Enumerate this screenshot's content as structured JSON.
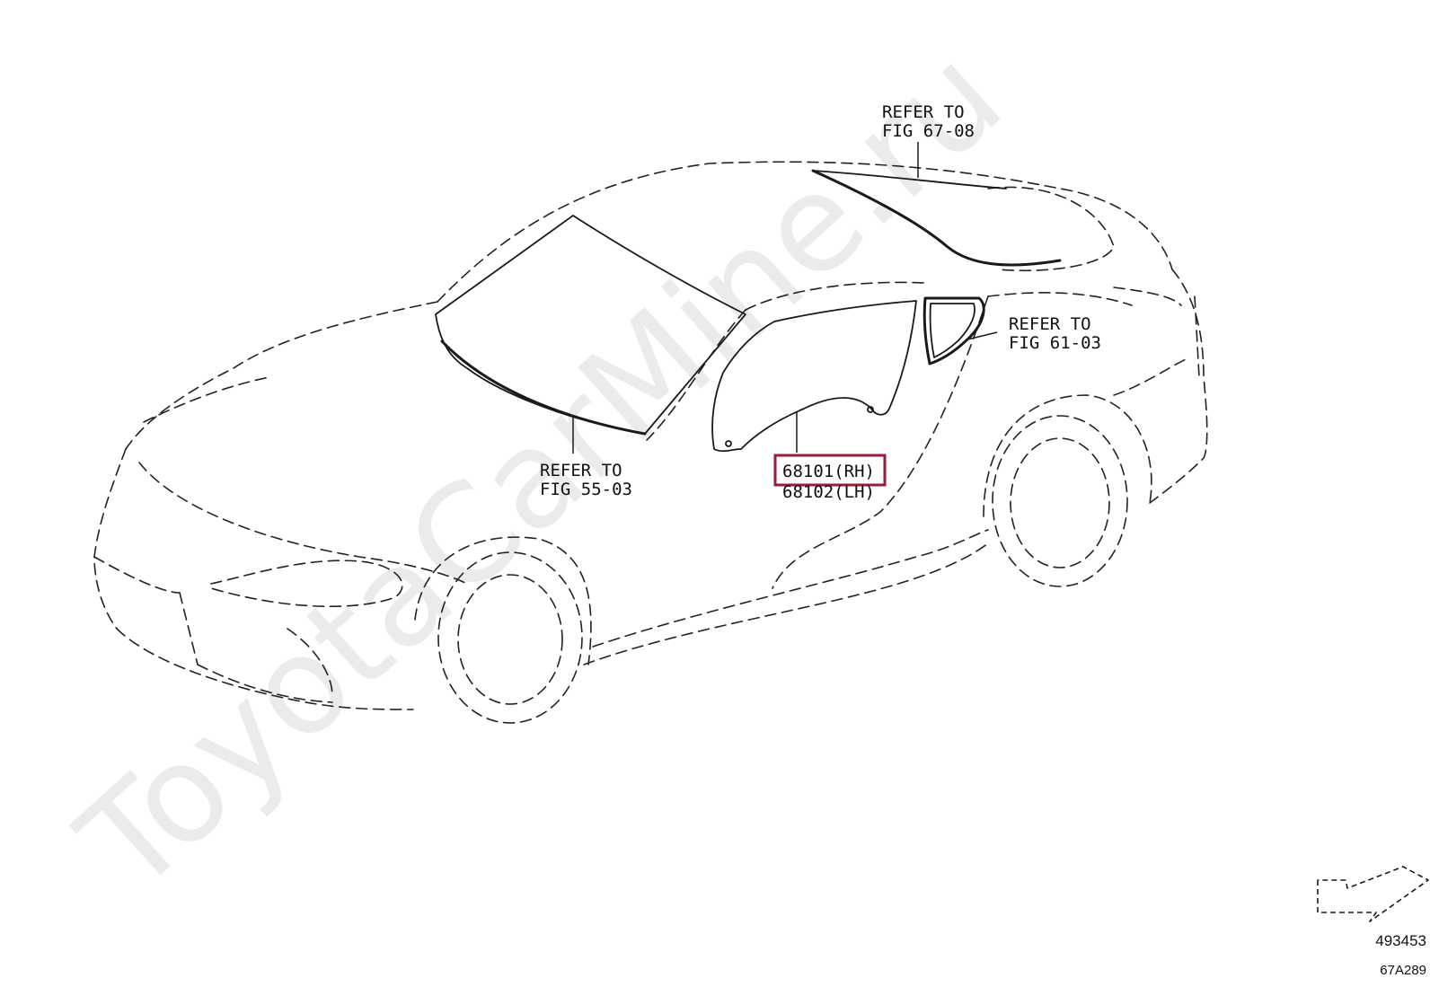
{
  "watermark": "ToyotaCarMine.ru",
  "callouts": {
    "roof": {
      "line1": "REFER TO",
      "line2": "FIG 67-08"
    },
    "windshield": {
      "line1": "REFER TO",
      "line2": "FIG 55-03"
    },
    "quarter_window": {
      "line1": "REFER TO",
      "line2": "FIG 61-03"
    }
  },
  "parts": {
    "door_glass_rh": "68101(RH)",
    "door_glass_lh": "68102(LH)"
  },
  "highlight_color": "#9b1b3a",
  "footer": {
    "illustration_number": "493453",
    "figure_code": "67A289"
  },
  "icons": {
    "direction": "front-direction-arrow-icon"
  }
}
